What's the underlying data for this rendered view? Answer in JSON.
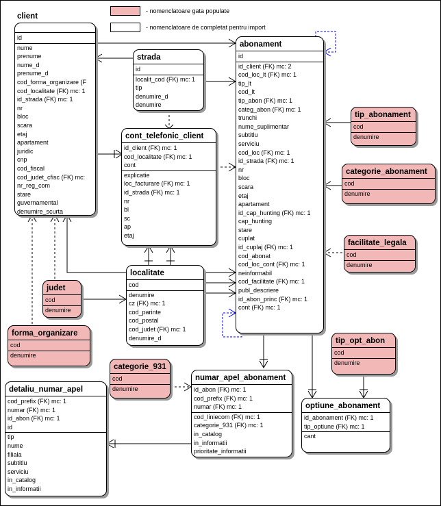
{
  "legend": [
    {
      "text": "- nomenclatoare gata populate",
      "color": "#f2b8b8"
    },
    {
      "text": "- nomenclatoare de completat pentru import",
      "color": "#ffffff"
    }
  ],
  "colors": {
    "prepopulated": "#f2b8b8",
    "to_complete": "#ffffff",
    "self_relation": "#0000ff"
  },
  "entities": {
    "client": {
      "title": "client",
      "pk": [
        "id"
      ],
      "attrs": [
        "nume",
        "prenume",
        "nume_d",
        "prenume_d",
        "cod_forma_organizare (F",
        "cod_localitate (FK) mc: 1",
        "id_strada (FK) mc: 1",
        "nr",
        "bloc",
        "scara",
        "etaj",
        "apartament",
        "juridic",
        "cnp",
        "cod_fiscal",
        "cod_judet_cfisc (FK) mc:",
        "nr_reg_com",
        "stare",
        "guvernamental",
        "denumire_scurta"
      ]
    },
    "strada": {
      "title": "strada",
      "pk": [
        "id"
      ],
      "attrs": [
        "localit_cod (FK) mc: 1",
        "tip",
        "denumire_d",
        "denumire"
      ]
    },
    "cont_telefonic_client": {
      "title": "cont_telefonic_client",
      "pk": [
        "id_client (FK) mc: 1",
        "cod_localitate (FK) mc: 1",
        "cont"
      ],
      "attrs": [
        "explicatie",
        "loc_facturare (FK) mc: 1",
        "id_strada (FK) mc: 1",
        "nr",
        "bl",
        "sc",
        "ap",
        "etaj"
      ]
    },
    "abonament": {
      "title": "abonament",
      "pk": [
        "id"
      ],
      "attrs": [
        "id_client (FK) mc: 2",
        "cod_loc_lt (FK) mc: 1",
        "tip_lt",
        "cod_lt",
        "tip_abon (FK) mc: 1",
        "categ_abon (FK) mc: 1",
        "trunchi",
        "nume_suplimentar",
        "subtitlu",
        "serviciu",
        "cod_loc (FK) mc: 1",
        "id_strada (FK) mc: 1",
        "nr",
        "bloc",
        "scara",
        "etaj",
        "apartament",
        "id_cap_hunting (FK) mc: 1",
        "cap_hunting",
        "stare",
        "cuplat",
        "id_cuplaj (FK) mc: 1",
        "cod_abonat",
        "cod_loc_cont (FK) mc: 1",
        "neinformabil",
        "cod_facilitate (FK) mc: 1",
        "publ_descriere",
        "id_abon_princ (FK) mc: 1",
        "cont (FK) mc: 1"
      ]
    },
    "tip_abonament": {
      "title": "tip_abonament",
      "pk": [
        "cod"
      ],
      "attrs": [
        "denumire"
      ]
    },
    "categorie_abonament": {
      "title": "categorie_abonament",
      "pk": [
        "cod"
      ],
      "attrs": [
        "denumire"
      ]
    },
    "facilitate_legala": {
      "title": "facilitate_legala",
      "pk": [
        "cod"
      ],
      "attrs": [
        "denumire"
      ]
    },
    "localitate": {
      "title": "localitate",
      "pk": [
        "cod"
      ],
      "attrs": [
        "denumire",
        "cz (FK) mc: 1",
        "cod_parinte",
        "cod_postal",
        "cod_judet (FK) mc: 1",
        "denumire_d"
      ]
    },
    "judet": {
      "title": "judet",
      "pk": [
        "cod"
      ],
      "attrs": [
        "denumire"
      ]
    },
    "forma_organizare": {
      "title": "forma_organizare",
      "pk": [
        "cod"
      ],
      "attrs": [
        "denumire"
      ]
    },
    "tip_opt_abon": {
      "title": "tip_opt_abon",
      "pk": [
        "cod"
      ],
      "attrs": [
        "denumire"
      ]
    },
    "categorie_931": {
      "title": "categorie_931",
      "pk": [
        "cod"
      ],
      "attrs": [
        "denumire"
      ]
    },
    "numar_apel_abonament": {
      "title": "numar_apel_abonament",
      "pk": [
        "id_abon (FK) mc: 1",
        "cod_prefix (FK) mc: 1",
        "numar (FK) mc: 1"
      ],
      "attrs": [
        "cod_liniecom (FK) mc: 1",
        "categorie_931 (FK) mc: 1",
        "in_catalog",
        "in_informatii",
        "prioritate_informatii"
      ]
    },
    "detaliu_numar_apel": {
      "title": "detaliu_numar_apel",
      "pk": [
        "cod_prefix (FK) mc: 1",
        "numar (FK) mc: 1",
        "id_abon (FK) mc: 1",
        "id"
      ],
      "attrs": [
        "tip",
        "nume",
        "filiala",
        "subtitlu",
        "serviciu",
        "in_catalog",
        "in_informatii"
      ]
    },
    "optiune_abonament": {
      "title": "optiune_abonament",
      "pk": [
        "id_abonament (FK) mc: 1",
        "tip_optiune (FK) mc: 1"
      ],
      "attrs": [
        "cant"
      ]
    }
  }
}
